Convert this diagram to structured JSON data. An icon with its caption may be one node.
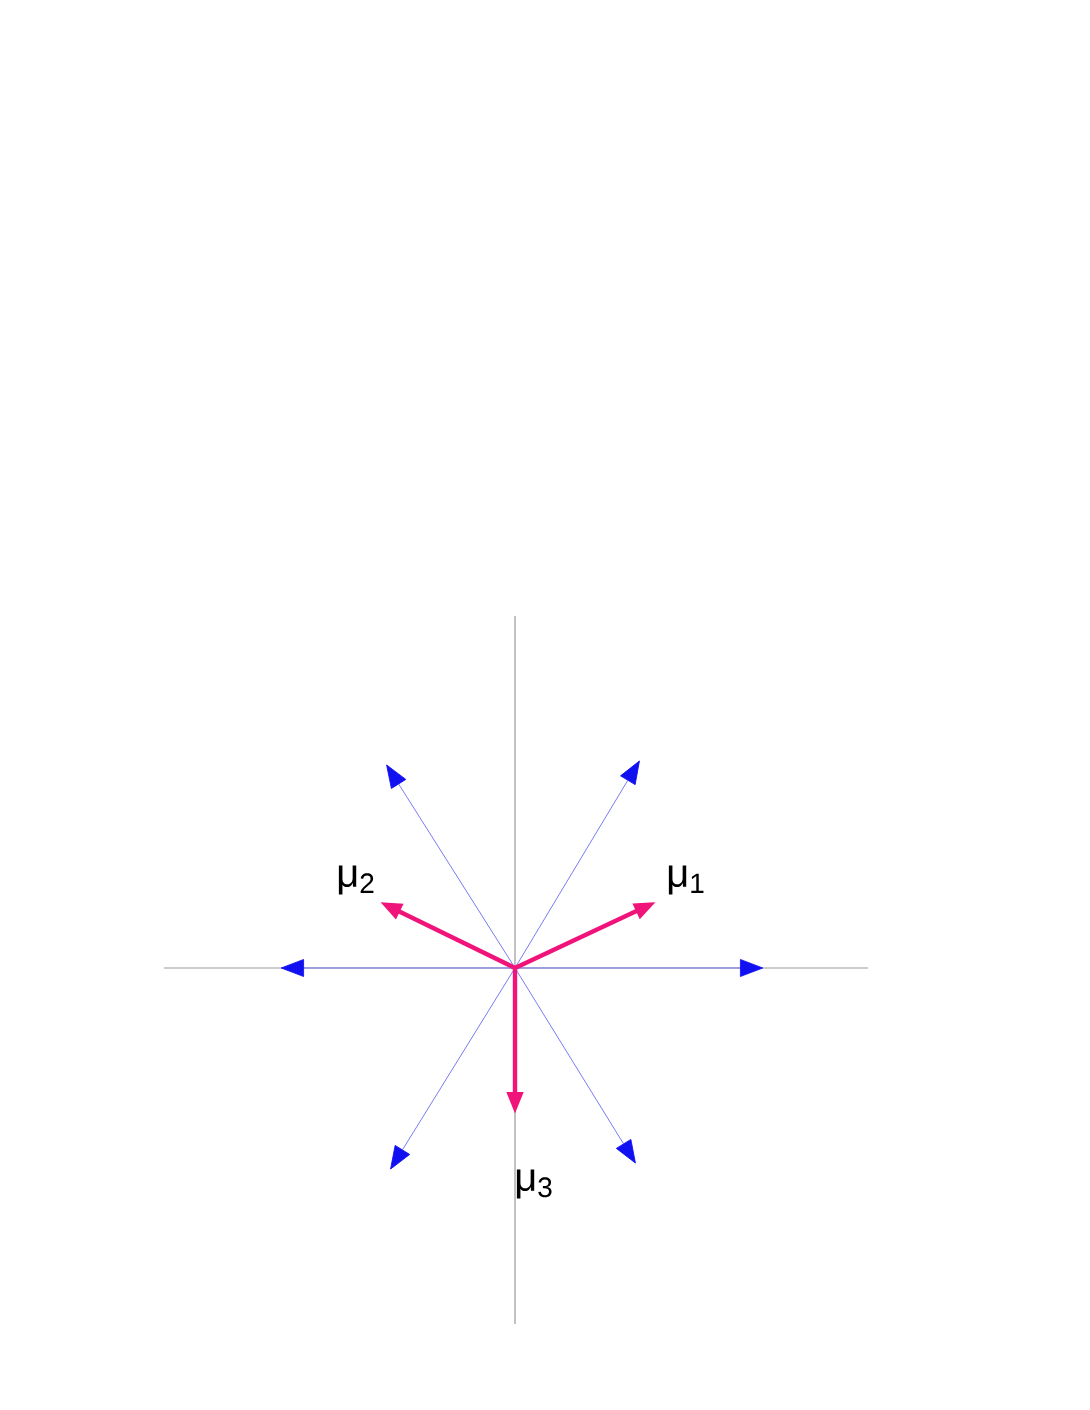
{
  "diagram": {
    "labels": [
      "μ$_{1}$",
      "μ$_{2}$",
      "μ$_{3}$"
    ]
  }
}
